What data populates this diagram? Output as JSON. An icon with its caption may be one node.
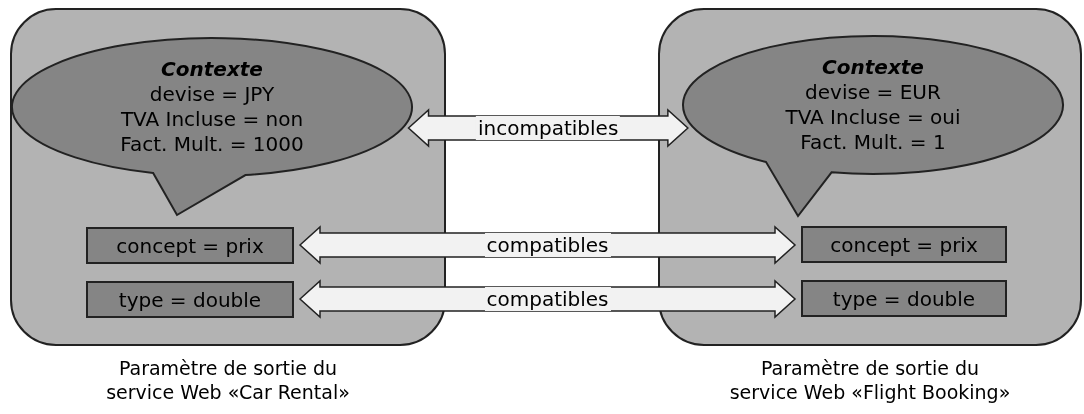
{
  "diagram": {
    "nodes": [
      {
        "text": [],
        "shape": "box",
        "beside": [
          "Paramètre de sortie du service Web «Car Rental»"
        ]
      },
      {
        "text": [
          "Contexte",
          "devise = JPY",
          "TVA Incluse = non",
          "Fact. Mult. = 1000"
        ],
        "in": 0
      },
      {
        "text": [
          "concept = prix"
        ],
        "in": 0
      },
      {
        "text": [
          "type = double"
        ],
        "in": 0
      },
      {
        "text": [],
        "shape": "box",
        "beside": [
          "Paramètre de sortie du service Web «Flight Booking»"
        ]
      },
      {
        "text": [
          "Contexte",
          "devise = EUR",
          "TVA Incluse = oui",
          "Fact. Mult. = 1"
        ],
        "in": 4
      },
      {
        "text": [
          "concept = prix"
        ],
        "in": 4
      },
      {
        "text": [
          "type = double"
        ],
        "in": 4
      }
    ],
    "edges": [
      {
        "from": 1,
        "to": 5,
        "arrow": "both",
        "label": "incompatibles"
      },
      {
        "from": 2,
        "to": 6,
        "arrow": "both",
        "label": "compatibles"
      },
      {
        "from": 3,
        "to": 7,
        "arrow": "both",
        "label": "compatibles"
      }
    ]
  }
}
